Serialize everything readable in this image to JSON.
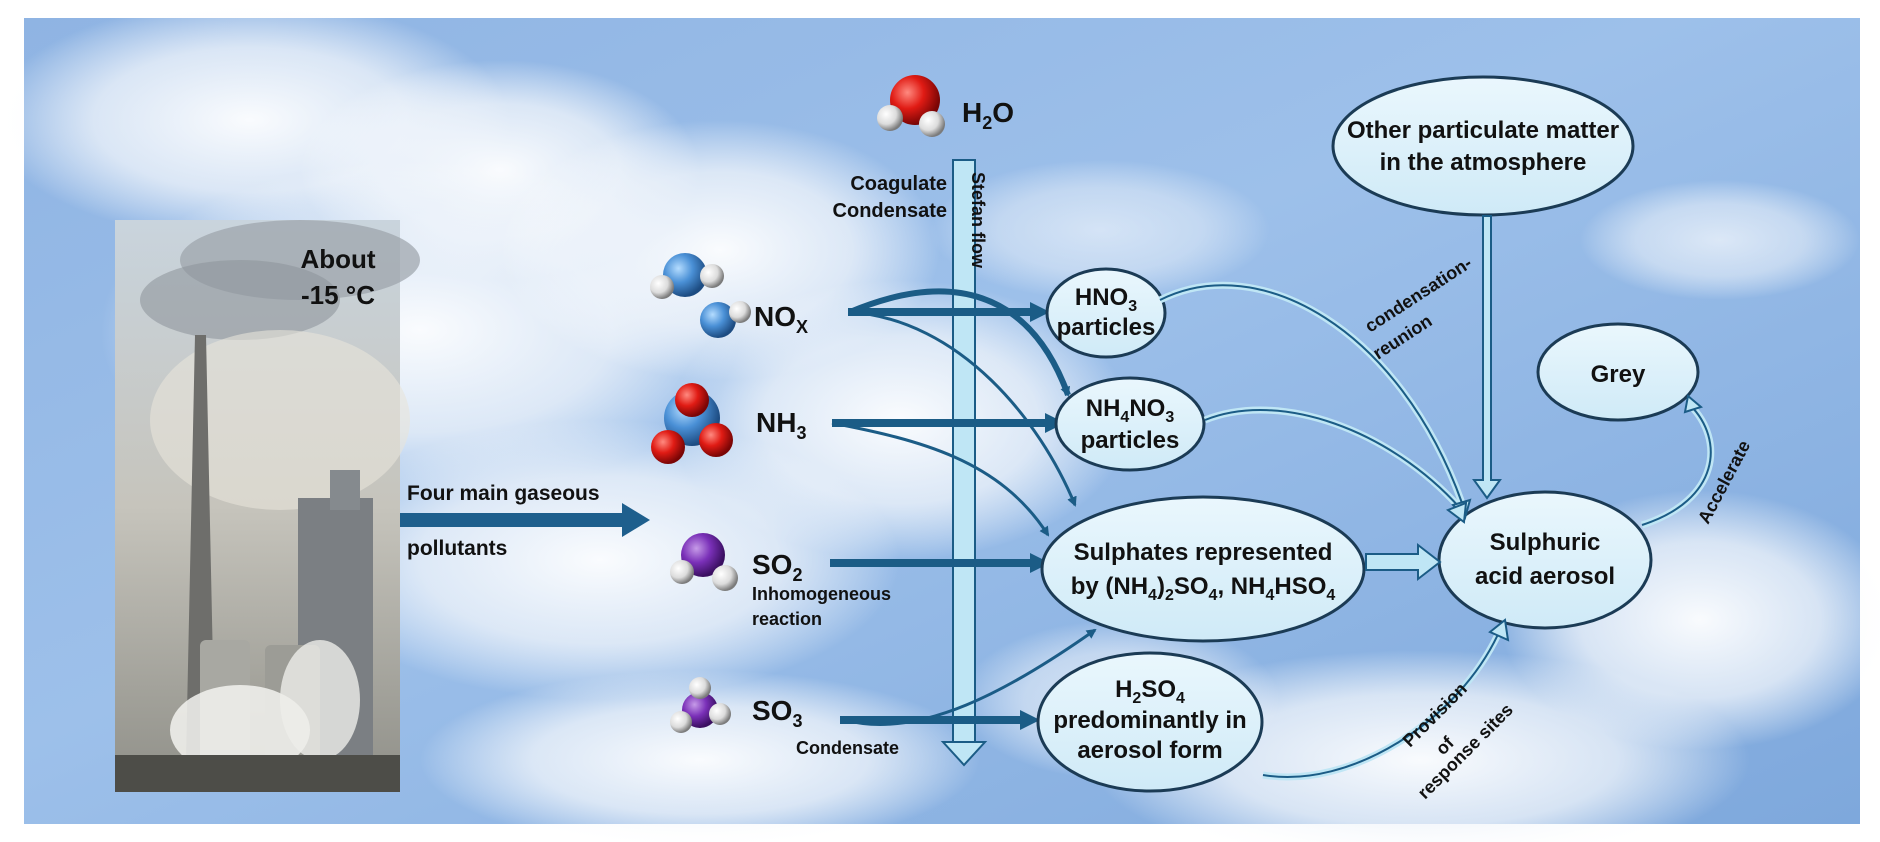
{
  "diagram": {
    "temperature": {
      "line1": "About",
      "line2": "-15 °C"
    },
    "pollutant_caption": {
      "line1": "Four main gaseous",
      "line2": "pollutants"
    },
    "molecules": {
      "h2o": {
        "main": "H",
        "sub": "2",
        "tail": "O"
      },
      "nox": {
        "main": "NO",
        "sub": "X"
      },
      "nh3": {
        "main": "NH",
        "sub": "3"
      },
      "so2": {
        "main": "SO",
        "sub": "2"
      },
      "so3": {
        "main": "SO",
        "sub": "3"
      }
    },
    "water_labels": {
      "line1": "Coagulate",
      "line2": "Condensate",
      "stefan": "Stefan flow"
    },
    "nodes": {
      "hno3": {
        "f1": "HNO",
        "f1sub": "3",
        "line2": "particles"
      },
      "nh4no3": {
        "a": "NH",
        "asub": "4",
        "b": "NO",
        "bsub": "3",
        "line2": "particles"
      },
      "sulphates": {
        "line1": "Sulphates represented",
        "p1": "by (NH",
        "p1sub": "4",
        "p2": ")",
        "p2sub": "2",
        "p3": "SO",
        "p3sub": "4",
        "p4": ", NH",
        "p4sub": "4",
        "p5": "HSO",
        "p5sub": "4"
      },
      "h2so4": {
        "a": "H",
        "asub": "2",
        "b": "SO",
        "bsub": "4",
        "line2": "predominantly in",
        "line3": "aerosol form"
      },
      "other": {
        "line1": "Other particulate matter",
        "line2": "in the atmosphere"
      },
      "sulphuric": {
        "line1": "Sulphuric",
        "line2": "acid aerosol"
      },
      "grey": {
        "label": "Grey"
      }
    },
    "edge_labels": {
      "inhomogeneous": {
        "line1": "Inhomogeneous",
        "line2": "reaction"
      },
      "condensate": "Condensate",
      "condensation": {
        "line1": "condensation-",
        "line2": "reunion"
      },
      "accelerate": "Accelerate",
      "provision": {
        "line1": "Provision",
        "line2": "of",
        "line3": "response sites"
      }
    }
  }
}
